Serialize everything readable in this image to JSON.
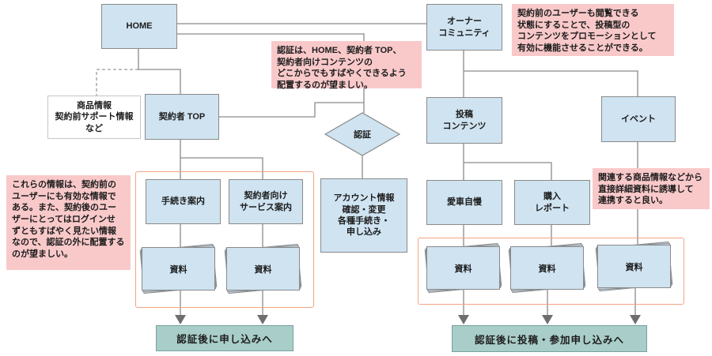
{
  "colors": {
    "node_fill": "#cfe3f1",
    "node_border": "#8a8a8a",
    "note_fill": "#f9c9ca",
    "group_border": "#f2a584",
    "cta_fill": "#a9cdc8",
    "cta_border": "#74a29d",
    "line": "#8a8a8a",
    "arrow": "#6e6e6e"
  },
  "nodes": {
    "home": {
      "label": "HOME"
    },
    "owner_community": {
      "label": "オーナー\nコミュニティ"
    },
    "product_info": {
      "label": "商品情報\n契約前サポート情報\nなど"
    },
    "contractor_top": {
      "label": "契約者 TOP"
    },
    "auth": {
      "label": "認証"
    },
    "post_contents": {
      "label": "投稿\nコンテンツ"
    },
    "event": {
      "label": "イベント"
    },
    "procedure_guide": {
      "label": "手続き案内"
    },
    "contractor_service": {
      "label": "契約者向け\nサービス案内"
    },
    "account_info": {
      "label": "アカウント情報\n確認・変更\n各種手続き・\n申し込み"
    },
    "car_pride": {
      "label": "愛車自慢"
    },
    "purchase_report": {
      "label": "購入\nレポート"
    },
    "materials": {
      "label": "資料"
    }
  },
  "annotations": {
    "promo": {
      "text": "契約前のユーザーも閲覧できる\n状態にすることで、投稿型の\nコンテンツをプロモーションとして\n有効に機能させることができる。"
    },
    "auth_placement": {
      "text": "認証は、HOME、契約者 TOP、\n契約者向けコンテンツの\nどこからでもすばやくできるよう\n配置するのが望ましい。"
    },
    "outside_auth": {
      "text": "これらの情報は、契約前の\nユーザーにも有効な情報で\nある。また、契約後のユー\nザーにとってはログインせ\nずともすばやく見たい情報\nなので、認証の外に配置する\nのが望ましい。"
    },
    "related_material": {
      "text": "関連する商品情報などから\n直接詳細資料に誘導して\n連携すると良い。"
    }
  },
  "cta": {
    "apply": "認証後に申し込みへ",
    "post_apply": "認証後に投稿・参加申し込みへ"
  }
}
